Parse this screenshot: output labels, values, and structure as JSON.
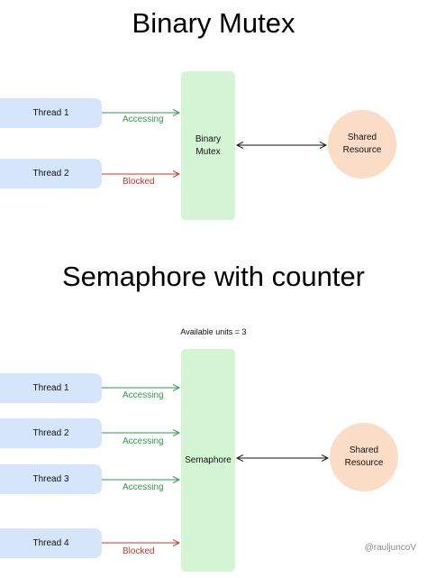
{
  "mutex_section": {
    "title": "Binary Mutex",
    "threads": [
      {
        "label": "Thread 1",
        "status": "Accessing",
        "state": "accessing"
      },
      {
        "label": "Thread 2",
        "status": "Blocked",
        "state": "blocked"
      }
    ],
    "lock_line1": "Binary",
    "lock_line2": "Mutex",
    "resource_line1": "Shared",
    "resource_line2": "Resource"
  },
  "semaphore_section": {
    "title": "Semaphore with counter",
    "available_units": "Available units = 3",
    "threads": [
      {
        "label": "Thread 1",
        "status": "Accessing",
        "state": "accessing"
      },
      {
        "label": "Thread 2",
        "status": "Accessing",
        "state": "accessing"
      },
      {
        "label": "Thread 3",
        "status": "Accessing",
        "state": "accessing"
      },
      {
        "label": "Thread 4",
        "status": "Blocked",
        "state": "blocked"
      }
    ],
    "lock_label": "Semaphore",
    "resource_line1": "Shared",
    "resource_line2": "Resource"
  },
  "credit": "@rauljuncoV",
  "colors": {
    "thread_fill": "#d5e5fb",
    "lock_fill": "#d4f5d4",
    "resource_fill": "#fbdcc7",
    "accessing": "#2e9a48",
    "blocked": "#c0392b"
  }
}
